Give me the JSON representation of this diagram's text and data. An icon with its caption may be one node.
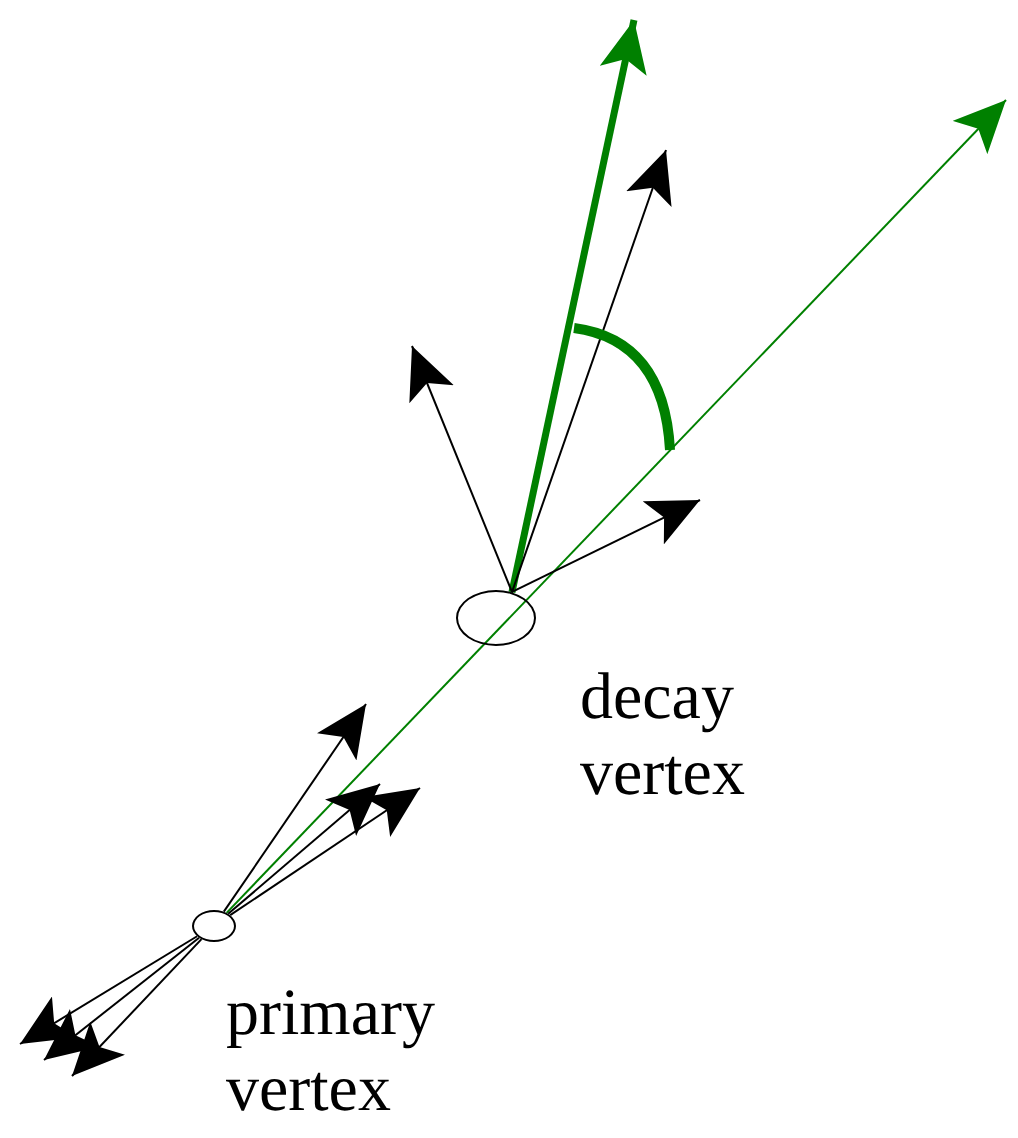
{
  "diagram": {
    "nodes": [
      {
        "text": [],
        "shape": "circle",
        "beside": [
          "primary vertex"
        ]
      },
      {
        "text": [],
        "shape": "circle",
        "beside": [
          "decay vertex"
        ]
      }
    ],
    "edges": [
      {
        "from": 0,
        "to": null,
        "arrow": "to",
        "color": "#008000"
      },
      {
        "from": 0,
        "to": null,
        "arrow": "to"
      },
      {
        "from": 0,
        "to": null,
        "arrow": "to"
      },
      {
        "from": 0,
        "to": null,
        "arrow": "to"
      },
      {
        "from": 0,
        "to": null,
        "arrow": "to"
      },
      {
        "from": 0,
        "to": null,
        "arrow": "to"
      },
      {
        "from": 0,
        "to": null,
        "arrow": "to"
      },
      {
        "from": 1,
        "to": null,
        "arrow": "to",
        "style": "thick",
        "color": "#008000"
      },
      {
        "from": 1,
        "to": null,
        "arrow": "to"
      },
      {
        "from": 1,
        "to": null,
        "arrow": "to"
      },
      {
        "from": 1,
        "to": null,
        "arrow": "to"
      }
    ]
  }
}
